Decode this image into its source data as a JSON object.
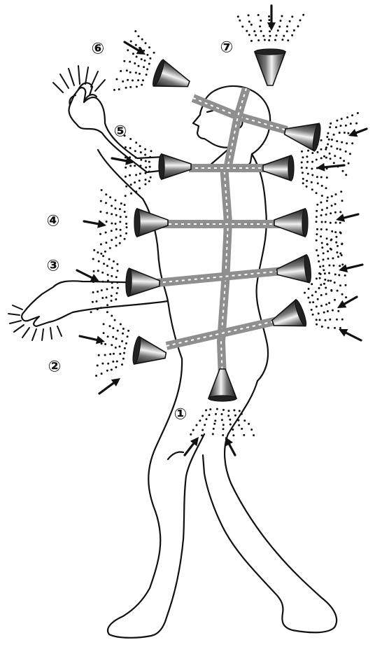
{
  "labels": [
    {
      "id": "1",
      "text": "①"
    },
    {
      "id": "2",
      "text": "②"
    },
    {
      "id": "3",
      "text": "③"
    },
    {
      "id": "4",
      "text": "④"
    },
    {
      "id": "5",
      "text": "⑤"
    },
    {
      "id": "6",
      "text": "⑥"
    },
    {
      "id": "7",
      "text": "⑦"
    }
  ],
  "icons": {
    "cone": "cone-icon",
    "arrow": "arrow-icon",
    "figure": "walking-figure",
    "hand_glow": "radiance-icon"
  },
  "colors": {
    "line": "#111111",
    "channel": "#8f8f8f",
    "cone_dark": "#1a1a1a",
    "cone_light": "#f2f2f2",
    "background": "#ffffff"
  }
}
